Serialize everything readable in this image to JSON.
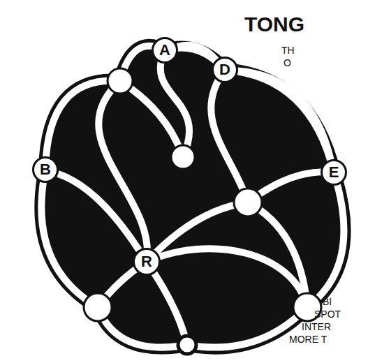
{
  "diagram": {
    "title": "TONG",
    "nodes": [
      {
        "text": [
          "A"
        ]
      },
      {
        "text": [
          "D"
        ]
      },
      {
        "text": [
          "B"
        ]
      },
      {
        "text": [
          "E"
        ]
      },
      {
        "text": [
          "R"
        ]
      }
    ],
    "edges": [
      {
        "from": 0,
        "to": 1,
        "arrow": "none"
      },
      {
        "from": 1,
        "to": 3,
        "arrow": "none"
      },
      {
        "from": 2,
        "to": 4,
        "arrow": "none"
      }
    ],
    "labels": [
      "TH",
      "O",
      "BI",
      "SPOT",
      "INTER",
      "MORE T"
    ]
  }
}
